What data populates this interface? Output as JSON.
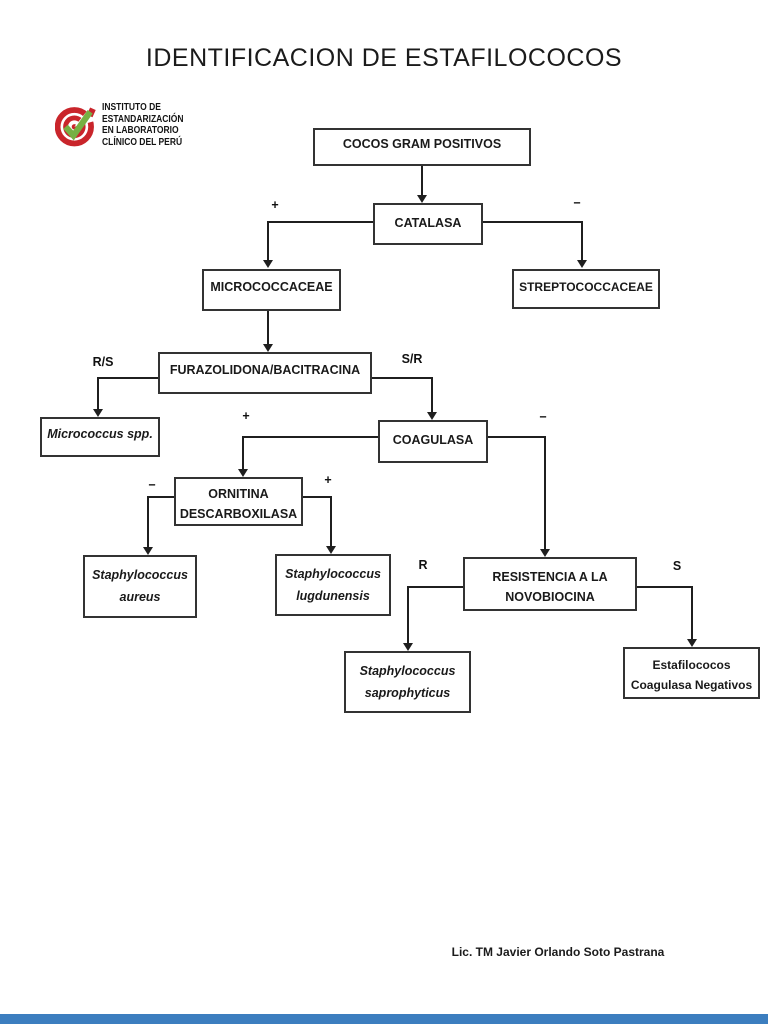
{
  "page": {
    "title": "IDENTIFICACION DE ESTAFILOCOCOS",
    "credit": "Lic. TM Javier Orlando Soto Pastrana",
    "accent_bar_color": "#3c7ebf"
  },
  "logo": {
    "icon": "red-target-with-green-checkmark",
    "colors": {
      "red": "#c9252b",
      "green": "#76b043"
    },
    "lines": [
      "INSTITUTO DE",
      "ESTANDARIZACIÓN",
      "EN LABORATORIO",
      "CLÍNICO DEL PERÚ"
    ]
  },
  "flowchart": {
    "nodes": {
      "cocos": {
        "label": "COCOS GRAM POSITIVOS"
      },
      "catalasa": {
        "label": "CATALASA"
      },
      "micrococcaceae": {
        "label": "MICROCOCCACEAE"
      },
      "streptococcaceae": {
        "label": "STREPTOCOCCACEAE"
      },
      "furazolidona": {
        "label": "FURAZOLIDONA/BACITRACINA"
      },
      "micrococcus": {
        "label": "Micrococcus spp."
      },
      "coagulasa": {
        "label": "COAGULASA"
      },
      "ornitina": {
        "line1": "ORNITINA",
        "line2": "DESCARBOXILASA"
      },
      "aureus": {
        "line1": "Staphylococcus",
        "line2": "aureus"
      },
      "lugdunensis": {
        "line1": "Staphylococcus",
        "line2": "lugdunensis"
      },
      "novobiocina": {
        "line1": "RESISTENCIA A LA",
        "line2": "NOVOBIOCINA"
      },
      "saprophyticus": {
        "line1": "Staphylococcus",
        "line2": "saprophyticus"
      },
      "negativos": {
        "line1": "Estafilococos",
        "line2": "Coagulasa Negativos"
      }
    },
    "edge_labels": {
      "catalasa_pos": "+",
      "catalasa_neg": "−",
      "furazolidona_rs": "R/S",
      "furazolidona_sr": "S/R",
      "coagulasa_pos": "+",
      "coagulasa_neg": "−",
      "ornitina_neg": "−",
      "ornitina_pos": "+",
      "novobiocina_r": "R",
      "novobiocina_s": "S"
    }
  }
}
